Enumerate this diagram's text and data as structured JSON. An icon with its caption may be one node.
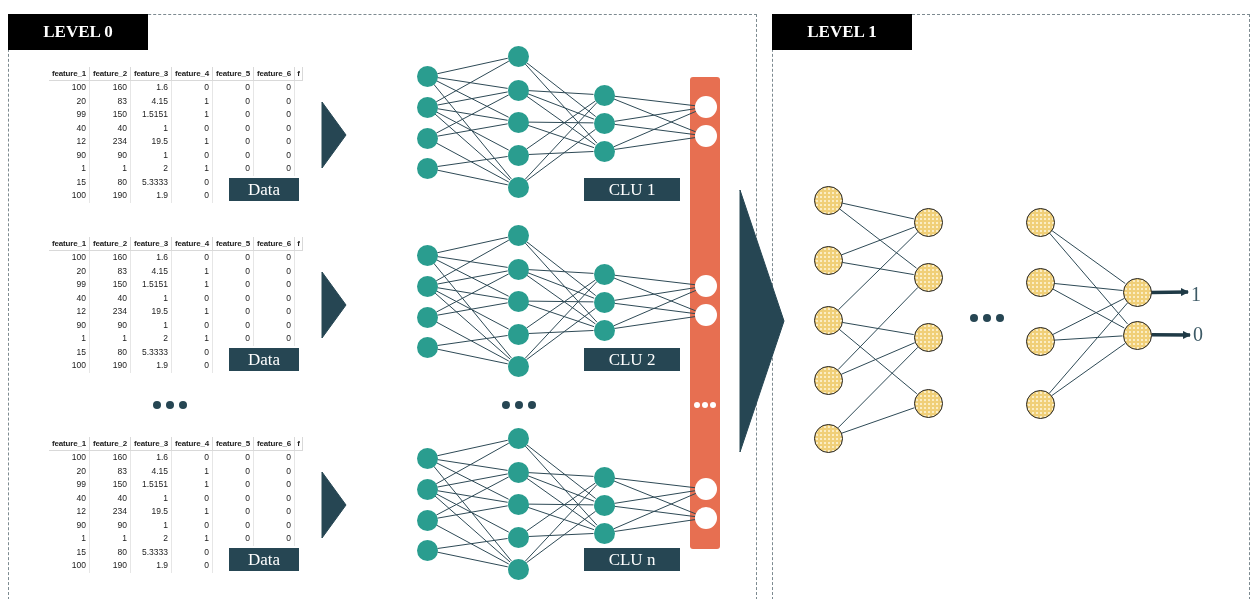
{
  "diagram": {
    "nodes": [
      {
        "text": [
          "LEVEL 0"
        ]
      },
      {
        "text": [
          "LEVEL 1"
        ]
      },
      {
        "text": [
          "Data"
        ],
        "in": 0
      },
      {
        "text": [
          "Data"
        ],
        "in": 0
      },
      {
        "text": [
          "Data"
        ],
        "in": 0
      },
      {
        "text": [
          "CLU 1"
        ],
        "in": 0
      },
      {
        "text": [
          "CLU 2"
        ],
        "in": 0
      },
      {
        "text": [
          "CLU n"
        ],
        "in": 0
      },
      {
        "text": [],
        "shape": "bar",
        "in": 0
      },
      {
        "text": [],
        "shape": "circle",
        "in": 0
      },
      {
        "text": [],
        "shape": "circle",
        "in": 0
      },
      {
        "text": [],
        "shape": "circle",
        "in": 0
      },
      {
        "text": [],
        "shape": "circle",
        "in": 0
      },
      {
        "text": [],
        "shape": "circle",
        "in": 0
      },
      {
        "text": [],
        "shape": "circle",
        "in": 0
      },
      {
        "text": [],
        "shape": "circle",
        "in": 0
      },
      {
        "text": [],
        "shape": "circle",
        "in": 0
      },
      {
        "text": [],
        "shape": "circle",
        "in": 0
      },
      {
        "text": [],
        "shape": "circle",
        "in": 0
      },
      {
        "text": [],
        "shape": "circle",
        "in": 0
      },
      {
        "text": [],
        "shape": "circle",
        "in": 0
      },
      {
        "text": [],
        "shape": "circle",
        "in": 0
      },
      {
        "text": [],
        "shape": "circle",
        "in": 0
      },
      {
        "text": [],
        "shape": "circle",
        "in": 0
      },
      {
        "text": [],
        "shape": "circle",
        "in": 0
      },
      {
        "text": [],
        "shape": "circle",
        "in": 0
      },
      {
        "text": [],
        "shape": "circle",
        "in": 0
      },
      {
        "text": [],
        "shape": "circle",
        "in": 0
      },
      {
        "text": [],
        "shape": "circle",
        "in": 0
      },
      {
        "text": [],
        "shape": "circle",
        "in": 0
      },
      {
        "text": [],
        "shape": "circle",
        "in": 0
      },
      {
        "text": [],
        "shape": "circle",
        "in": 0
      },
      {
        "text": [],
        "shape": "circle",
        "in": 0
      },
      {
        "text": [],
        "shape": "circle",
        "in": 0
      },
      {
        "text": [],
        "shape": "circle",
        "in": 0
      },
      {
        "text": [],
        "shape": "circle",
        "in": 0
      },
      {
        "text": [],
        "shape": "circle",
        "in": 0
      },
      {
        "text": [],
        "shape": "circle",
        "in": 0
      },
      {
        "text": [],
        "shape": "circle",
        "in": 0
      },
      {
        "text": [],
        "shape": "circle",
        "in": 0
      },
      {
        "text": [],
        "shape": "circle",
        "in": 0
      },
      {
        "text": [],
        "shape": "circle",
        "in": 0
      },
      {
        "text": [],
        "shape": "circle",
        "in": 0
      },
      {
        "text": [],
        "shape": "circle",
        "in": 0
      },
      {
        "text": [],
        "shape": "circle",
        "in": 0
      },
      {
        "text": [],
        "shape": "circle",
        "in": 8
      },
      {
        "text": [],
        "shape": "circle",
        "in": 8
      },
      {
        "text": [],
        "shape": "circle",
        "in": 8
      },
      {
        "text": [],
        "shape": "circle",
        "in": 8
      },
      {
        "text": [],
        "shape": "circle",
        "in": 8
      },
      {
        "text": [],
        "shape": "circle",
        "in": 8
      },
      {
        "text": [],
        "shape": "circle",
        "in": 1
      },
      {
        "text": [],
        "shape": "circle",
        "in": 1
      },
      {
        "text": [],
        "shape": "circle",
        "in": 1
      },
      {
        "text": [],
        "shape": "circle",
        "in": 1
      },
      {
        "text": [],
        "shape": "circle",
        "in": 1
      },
      {
        "text": [],
        "shape": "circle",
        "in": 1
      },
      {
        "text": [],
        "shape": "circle",
        "in": 1
      },
      {
        "text": [],
        "shape": "circle",
        "in": 1
      },
      {
        "text": [],
        "shape": "circle",
        "in": 1
      },
      {
        "text": [],
        "shape": "circle",
        "in": 1
      },
      {
        "text": [],
        "shape": "circle",
        "in": 1
      },
      {
        "text": [],
        "shape": "circle",
        "in": 1
      },
      {
        "text": [],
        "shape": "circle",
        "in": 1
      },
      {
        "text": [],
        "shape": "circle",
        "in": 1
      },
      {
        "text": [],
        "shape": "circle",
        "in": 1
      },
      {
        "text": [
          "1"
        ],
        "in": 1
      },
      {
        "text": [
          "0"
        ],
        "in": 1
      }
    ],
    "edges": [
      {
        "from": 2,
        "to": null,
        "arrow": "to"
      },
      {
        "from": 3,
        "to": null,
        "arrow": "to"
      },
      {
        "from": 4,
        "to": null,
        "arrow": "to"
      },
      {
        "from": 8,
        "to": null,
        "arrow": "to"
      },
      {
        "from": 9,
        "to": 13,
        "arrow": "none"
      },
      {
        "from": 9,
        "to": 14,
        "arrow": "none"
      },
      {
        "from": 9,
        "to": 15,
        "arrow": "none"
      },
      {
        "from": 9,
        "to": 17,
        "arrow": "none"
      },
      {
        "from": 10,
        "to": 13,
        "arrow": "none"
      },
      {
        "from": 10,
        "to": 14,
        "arrow": "none"
      },
      {
        "from": 10,
        "to": 15,
        "arrow": "none"
      },
      {
        "from": 10,
        "to": 16,
        "arrow": "none"
      },
      {
        "from": 10,
        "to": 17,
        "arrow": "none"
      },
      {
        "from": 11,
        "to": 14,
        "arrow": "none"
      },
      {
        "from": 11,
        "to": 15,
        "arrow": "none"
      },
      {
        "from": 11,
        "to": 17,
        "arrow": "none"
      },
      {
        "from": 12,
        "to": 16,
        "arrow": "none"
      },
      {
        "from": 12,
        "to": 17,
        "arrow": "none"
      },
      {
        "from": 13,
        "to": 19,
        "arrow": "none"
      },
      {
        "from": 13,
        "to": 20,
        "arrow": "none"
      },
      {
        "from": 14,
        "to": 18,
        "arrow": "none"
      },
      {
        "from": 14,
        "to": 19,
        "arrow": "none"
      },
      {
        "from": 14,
        "to": 20,
        "arrow": "none"
      },
      {
        "from": 15,
        "to": 19,
        "arrow": "none"
      },
      {
        "from": 15,
        "to": 20,
        "arrow": "none"
      },
      {
        "from": 16,
        "to": 18,
        "arrow": "none"
      },
      {
        "from": 16,
        "to": 20,
        "arrow": "none"
      },
      {
        "from": 17,
        "to": 18,
        "arrow": "none"
      },
      {
        "from": 17,
        "to": 19,
        "arrow": "none"
      },
      {
        "from": 18,
        "to": 45,
        "arrow": "none"
      },
      {
        "from": 18,
        "to": 46,
        "arrow": "none"
      },
      {
        "from": 19,
        "to": 45,
        "arrow": "none"
      },
      {
        "from": 19,
        "to": 46,
        "arrow": "none"
      },
      {
        "from": 20,
        "to": 45,
        "arrow": "none"
      },
      {
        "from": 20,
        "to": 46,
        "arrow": "none"
      },
      {
        "from": 21,
        "to": 25,
        "arrow": "none"
      },
      {
        "from": 21,
        "to": 26,
        "arrow": "none"
      },
      {
        "from": 21,
        "to": 27,
        "arrow": "none"
      },
      {
        "from": 21,
        "to": 29,
        "arrow": "none"
      },
      {
        "from": 22,
        "to": 25,
        "arrow": "none"
      },
      {
        "from": 22,
        "to": 26,
        "arrow": "none"
      },
      {
        "from": 22,
        "to": 27,
        "arrow": "none"
      },
      {
        "from": 22,
        "to": 28,
        "arrow": "none"
      },
      {
        "from": 22,
        "to": 29,
        "arrow": "none"
      },
      {
        "from": 23,
        "to": 26,
        "arrow": "none"
      },
      {
        "from": 23,
        "to": 27,
        "arrow": "none"
      },
      {
        "from": 23,
        "to": 29,
        "arrow": "none"
      },
      {
        "from": 24,
        "to": 28,
        "arrow": "none"
      },
      {
        "from": 24,
        "to": 29,
        "arrow": "none"
      },
      {
        "from": 25,
        "to": 31,
        "arrow": "none"
      },
      {
        "from": 25,
        "to": 32,
        "arrow": "none"
      },
      {
        "from": 26,
        "to": 30,
        "arrow": "none"
      },
      {
        "from": 26,
        "to": 31,
        "arrow": "none"
      },
      {
        "from": 26,
        "to": 32,
        "arrow": "none"
      },
      {
        "from": 27,
        "to": 31,
        "arrow": "none"
      },
      {
        "from": 27,
        "to": 32,
        "arrow": "none"
      },
      {
        "from": 28,
        "to": 30,
        "arrow": "none"
      },
      {
        "from": 28,
        "to": 32,
        "arrow": "none"
      },
      {
        "from": 29,
        "to": 30,
        "arrow": "none"
      },
      {
        "from": 29,
        "to": 31,
        "arrow": "none"
      },
      {
        "from": 30,
        "to": 47,
        "arrow": "none"
      },
      {
        "from": 30,
        "to": 48,
        "arrow": "none"
      },
      {
        "from": 31,
        "to": 47,
        "arrow": "none"
      },
      {
        "from": 31,
        "to": 48,
        "arrow": "none"
      },
      {
        "from": 32,
        "to": 47,
        "arrow": "none"
      },
      {
        "from": 32,
        "to": 48,
        "arrow": "none"
      },
      {
        "from": 33,
        "to": 37,
        "arrow": "none"
      },
      {
        "from": 33,
        "to": 38,
        "arrow": "none"
      },
      {
        "from": 33,
        "to": 39,
        "arrow": "none"
      },
      {
        "from": 33,
        "to": 41,
        "arrow": "none"
      },
      {
        "from": 34,
        "to": 37,
        "arrow": "none"
      },
      {
        "from": 34,
        "to": 38,
        "arrow": "none"
      },
      {
        "from": 34,
        "to": 39,
        "arrow": "none"
      },
      {
        "from": 34,
        "to": 40,
        "arrow": "none"
      },
      {
        "from": 34,
        "to": 41,
        "arrow": "none"
      },
      {
        "from": 35,
        "to": 38,
        "arrow": "none"
      },
      {
        "from": 35,
        "to": 39,
        "arrow": "none"
      },
      {
        "from": 35,
        "to": 41,
        "arrow": "none"
      },
      {
        "from": 36,
        "to": 40,
        "arrow": "none"
      },
      {
        "from": 36,
        "to": 41,
        "arrow": "none"
      },
      {
        "from": 37,
        "to": 43,
        "arrow": "none"
      },
      {
        "from": 37,
        "to": 44,
        "arrow": "none"
      },
      {
        "from": 38,
        "to": 42,
        "arrow": "none"
      },
      {
        "from": 38,
        "to": 43,
        "arrow": "none"
      },
      {
        "from": 38,
        "to": 44,
        "arrow": "none"
      },
      {
        "from": 39,
        "to": 43,
        "arrow": "none"
      },
      {
        "from": 39,
        "to": 44,
        "arrow": "none"
      },
      {
        "from": 40,
        "to": 42,
        "arrow": "none"
      },
      {
        "from": 40,
        "to": 44,
        "arrow": "none"
      },
      {
        "from": 41,
        "to": 42,
        "arrow": "none"
      },
      {
        "from": 41,
        "to": 43,
        "arrow": "none"
      },
      {
        "from": 42,
        "to": 49,
        "arrow": "none"
      },
      {
        "from": 42,
        "to": 50,
        "arrow": "none"
      },
      {
        "from": 43,
        "to": 49,
        "arrow": "none"
      },
      {
        "from": 43,
        "to": 50,
        "arrow": "none"
      },
      {
        "from": 44,
        "to": 49,
        "arrow": "none"
      },
      {
        "from": 44,
        "to": 50,
        "arrow": "none"
      },
      {
        "from": 51,
        "to": 56,
        "arrow": "none"
      },
      {
        "from": 51,
        "to": 57,
        "arrow": "none"
      },
      {
        "from": 52,
        "to": 56,
        "arrow": "none"
      },
      {
        "from": 52,
        "to": 57,
        "arrow": "none"
      },
      {
        "from": 53,
        "to": 56,
        "arrow": "none"
      },
      {
        "from": 53,
        "to": 58,
        "arrow": "none"
      },
      {
        "from": 53,
        "to": 59,
        "arrow": "none"
      },
      {
        "from": 54,
        "to": 57,
        "arrow": "none"
      },
      {
        "from": 54,
        "to": 58,
        "arrow": "none"
      },
      {
        "from": 55,
        "to": 58,
        "arrow": "none"
      },
      {
        "from": 55,
        "to": 59,
        "arrow": "none"
      },
      {
        "from": 60,
        "to": 64,
        "arrow": "none"
      },
      {
        "from": 60,
        "to": 65,
        "arrow": "none"
      },
      {
        "from": 61,
        "to": 64,
        "arrow": "none"
      },
      {
        "from": 61,
        "to": 65,
        "arrow": "none"
      },
      {
        "from": 62,
        "to": 64,
        "arrow": "none"
      },
      {
        "from": 62,
        "to": 65,
        "arrow": "none"
      },
      {
        "from": 63,
        "to": 64,
        "arrow": "none"
      },
      {
        "from": 63,
        "to": 65,
        "arrow": "none"
      },
      {
        "from": 64,
        "to": 66,
        "arrow": "to",
        "style": "thick"
      },
      {
        "from": 65,
        "to": 67,
        "arrow": "to",
        "style": "thick"
      }
    ],
    "labels": [
      "feature_1",
      "feature_2",
      "feature_3",
      "feature_4",
      "feature_5",
      "feature_6",
      "f",
      "100",
      "160",
      "1.6",
      "0",
      "0",
      "0",
      "20",
      "83",
      "4.15",
      "1",
      "0",
      "0",
      "99",
      "150",
      "1.5151",
      "1",
      "0",
      "0",
      "40",
      "40",
      "1",
      "0",
      "0",
      "0",
      "12",
      "234",
      "19.5",
      "1",
      "0",
      "0",
      "90",
      "90",
      "1",
      "0",
      "0",
      "0",
      "1",
      "1",
      "2",
      "1",
      "0",
      "0",
      "15",
      "80",
      "5.3333",
      "0",
      "100",
      "190",
      "1.9",
      "0",
      "feature_1",
      "feature_2",
      "feature_3",
      "feature_4",
      "feature_5",
      "feature_6",
      "f",
      "100",
      "160",
      "1.6",
      "0",
      "0",
      "0",
      "20",
      "83",
      "4.15",
      "1",
      "0",
      "0",
      "99",
      "150",
      "1.5151",
      "1",
      "0",
      "0",
      "40",
      "40",
      "1",
      "0",
      "0",
      "0",
      "12",
      "234",
      "19.5",
      "1",
      "0",
      "0",
      "90",
      "90",
      "1",
      "0",
      "0",
      "0",
      "1",
      "1",
      "2",
      "1",
      "0",
      "0",
      "15",
      "80",
      "5.3333",
      "0",
      "100",
      "190",
      "1.9",
      "0",
      "feature_1",
      "feature_2",
      "feature_3",
      "feature_4",
      "feature_5",
      "feature_6",
      "f",
      "100",
      "160",
      "1.6",
      "0",
      "0",
      "0",
      "20",
      "83",
      "4.15",
      "1",
      "0",
      "0",
      "99",
      "150",
      "1.5151",
      "1",
      "0",
      "0",
      "40",
      "40",
      "1",
      "0",
      "0",
      "0",
      "12",
      "234",
      "19.5",
      "1",
      "0",
      "0",
      "90",
      "90",
      "1",
      "0",
      "0",
      "0",
      "1",
      "1",
      "2",
      "1",
      "0",
      "0",
      "15",
      "80",
      "5.3333",
      "0",
      "100",
      "190",
      "1.9",
      "0"
    ]
  }
}
